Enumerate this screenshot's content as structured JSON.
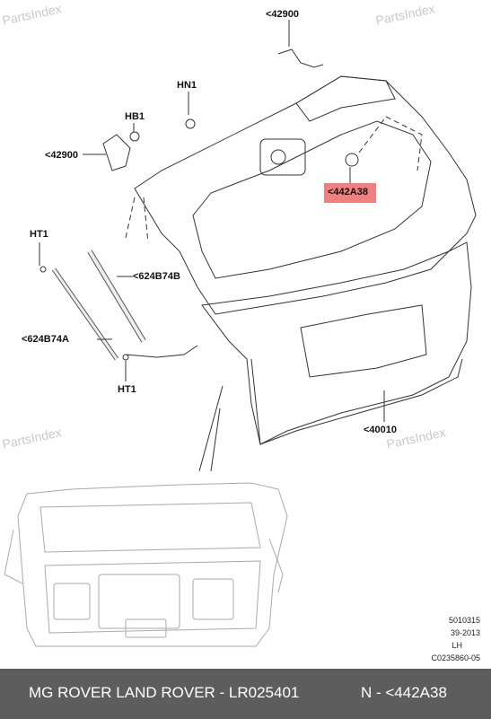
{
  "watermarks": [
    "PartsIndex",
    "PartsIndex",
    "PartsIndex",
    "PartsIndex"
  ],
  "labels": {
    "l42900_top": "<42900",
    "hn1": "HN1",
    "hb1": "HB1",
    "l42900_left": "<42900",
    "l442a38": "<442A38",
    "ht1_top": "HT1",
    "l624b74b": "<624B74B",
    "l624b74a": "<624B74A",
    "ht1_bottom": "HT1",
    "l40010": "<40010"
  },
  "reference": {
    "line1": "5010315",
    "line2": "39-2013",
    "line3": "LH",
    "line4": "C0235860-05"
  },
  "footer": {
    "left_text": "MG ROVER LAND ROVER - LR025401",
    "right_text": "N - <442A38"
  },
  "colors": {
    "highlight": "#f08080",
    "footer_bg": "#5d5d5d",
    "footer_text": "#ffffff"
  }
}
